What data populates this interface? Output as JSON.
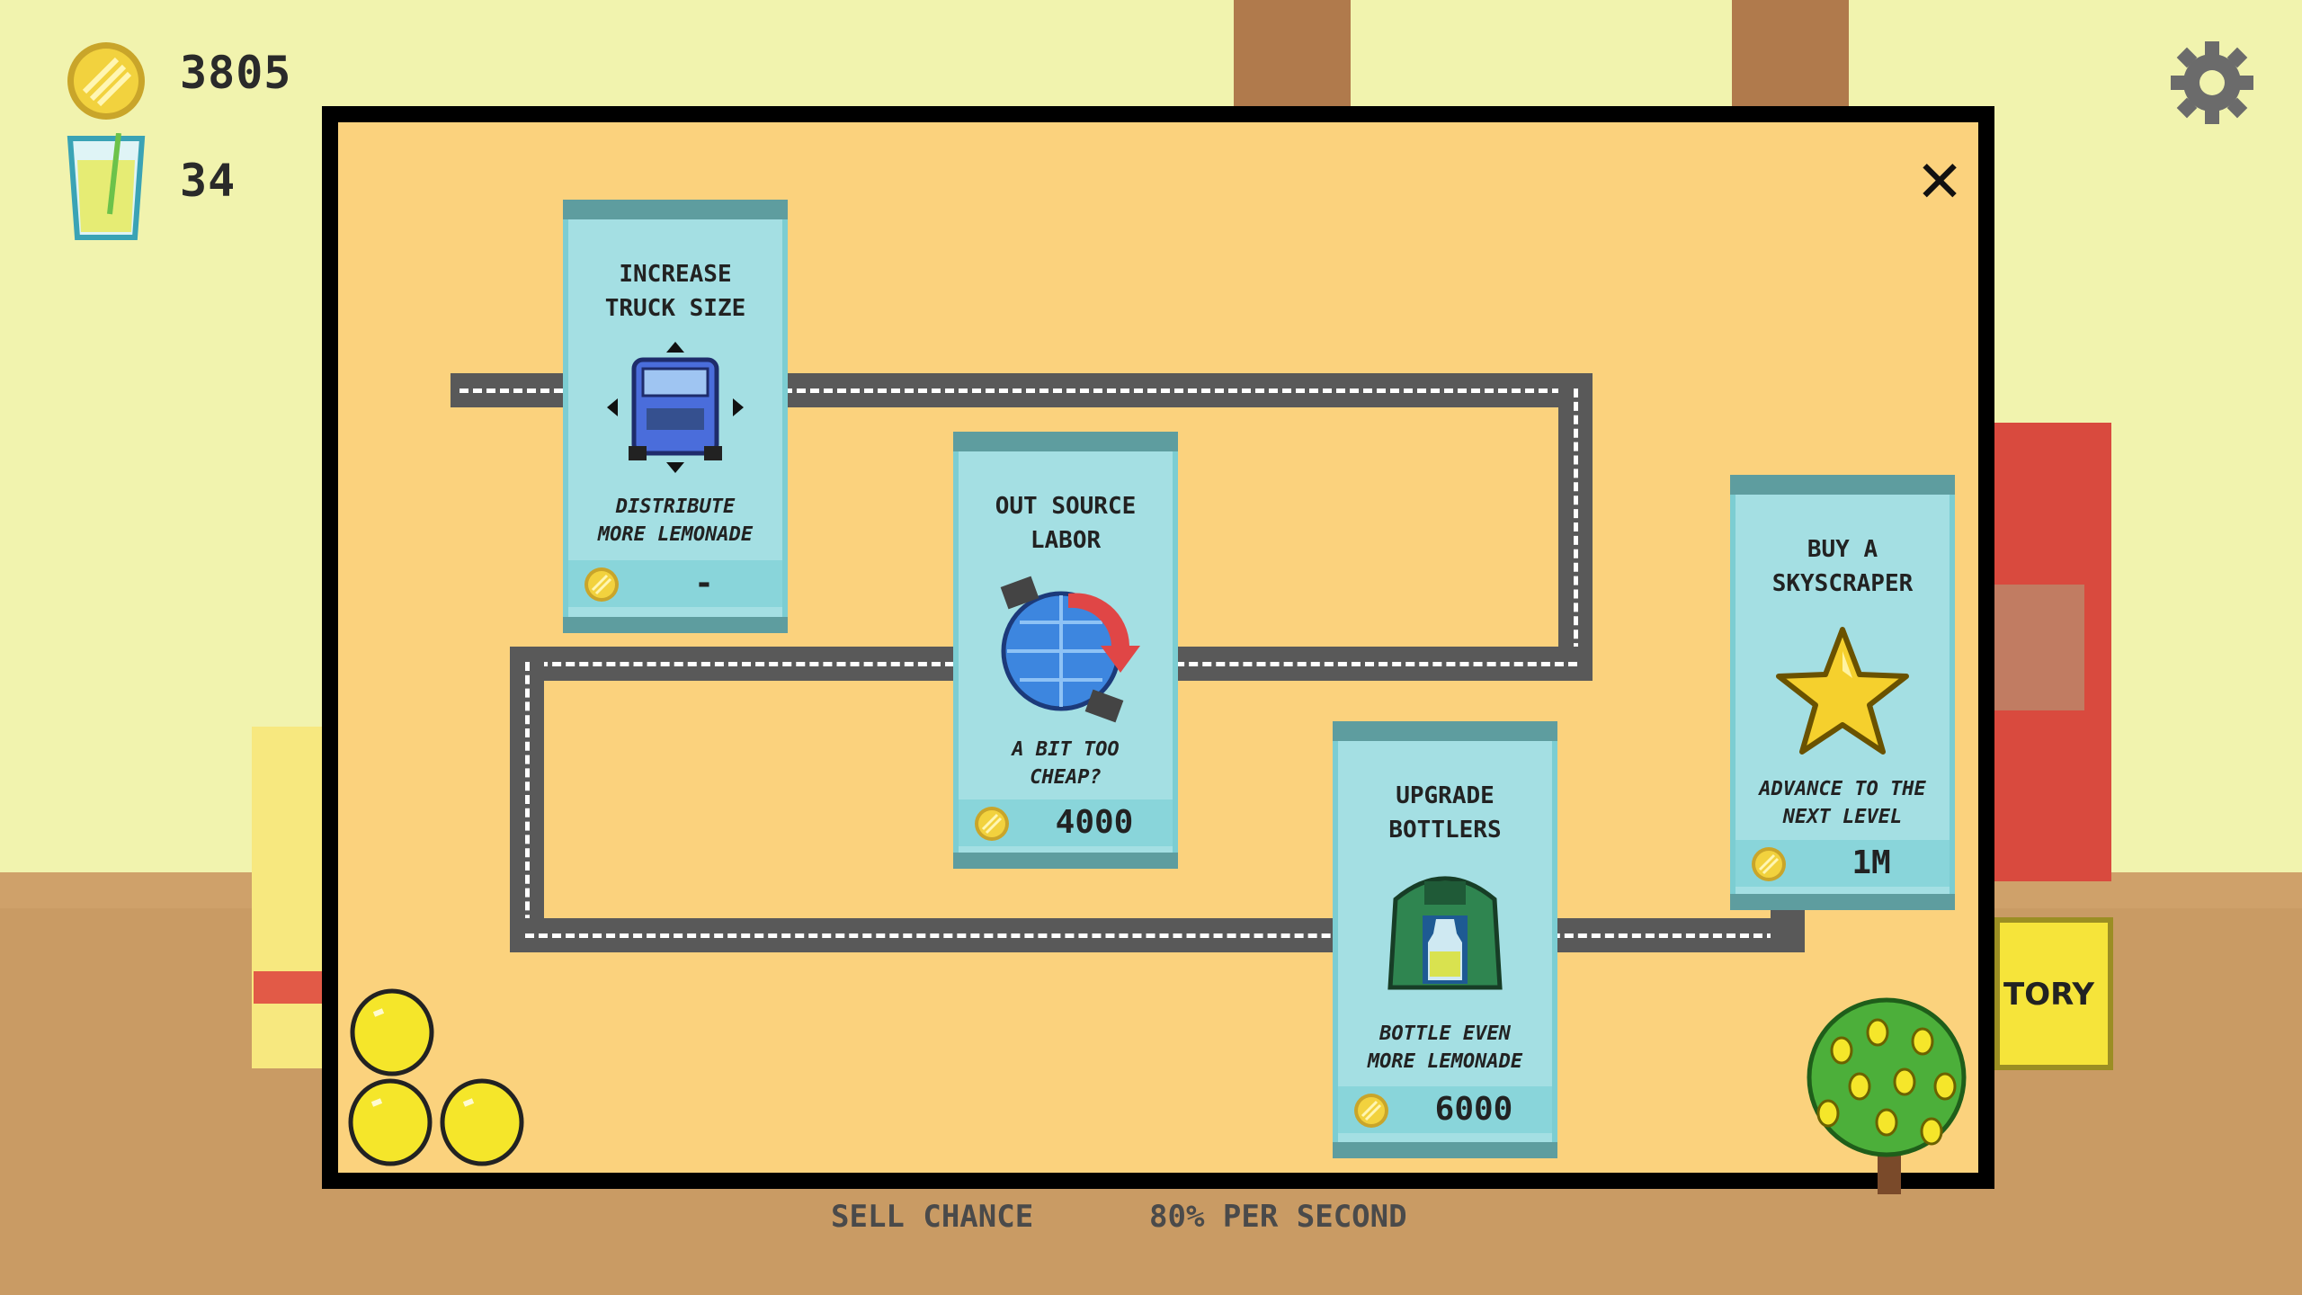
{
  "hud": {
    "coins": "3805",
    "lemonade": "34"
  },
  "panel": {
    "close_symbol": "✕",
    "upgrades": [
      {
        "title": "INCREASE\nTRUCK SIZE",
        "description": "DISTRIBUTE\nMORE LEMONADE",
        "price": "-",
        "icon": "truck-icon"
      },
      {
        "title": "OUT SOURCE\nLABOR",
        "description": "A BIT TOO\nCHEAP?",
        "price": "4000",
        "icon": "globe-icon"
      },
      {
        "title": "UPGRADE\nBOTTLERS",
        "description": "BOTTLE EVEN\nMORE LEMONADE",
        "price": "6000",
        "icon": "bottler-icon"
      },
      {
        "title": "BUY A\nSKYSCRAPER",
        "description": "ADVANCE TO THE\nNEXT LEVEL",
        "price": "1M",
        "icon": "star-icon"
      }
    ]
  },
  "status": {
    "sell_chance_label": "SELL CHANCE",
    "rate_label": "80% PER SECOND"
  },
  "factory_button": {
    "label": "TORY"
  },
  "colors": {
    "sky": "#f1f3ae",
    "ground": "#c99b64",
    "panel_bg": "#fbd27d",
    "card_bg": "#a4dfe3",
    "road": "#595959",
    "coin": "#f2d23e"
  }
}
